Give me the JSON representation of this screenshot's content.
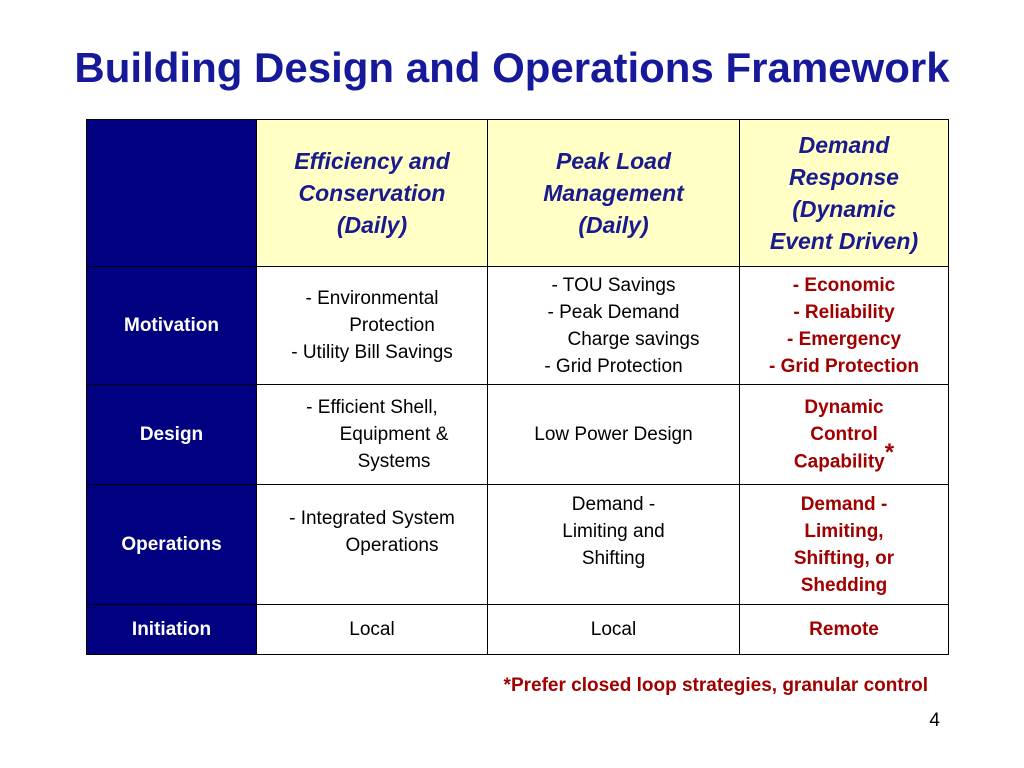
{
  "slide": {
    "title": "Building Design and Operations Framework",
    "footnote": "*Prefer closed loop strategies, granular control",
    "page_number": "4"
  },
  "table": {
    "columns": [
      {
        "lines": [
          "Efficiency and",
          "Conservation",
          "(Daily)"
        ]
      },
      {
        "lines": [
          "Peak Load",
          "Management",
          "(Daily)"
        ]
      },
      {
        "lines": [
          "Demand",
          "Response",
          "(Dynamic",
          "Event Driven)"
        ]
      }
    ],
    "rows": [
      {
        "label": "Motivation",
        "efficiency": [
          "- Environmental",
          "Protection",
          "- Utility Bill Savings"
        ],
        "peak": [
          "- TOU Savings",
          "- Peak Demand",
          "Charge savings",
          "- Grid Protection"
        ],
        "demand_response": [
          "- Economic",
          "- Reliability",
          "- Emergency",
          "- Grid Protection"
        ]
      },
      {
        "label": "Design",
        "efficiency": [
          "- Efficient Shell,",
          "Equipment &",
          "Systems"
        ],
        "peak": [
          "Low Power Design"
        ],
        "demand_response": [
          "Dynamic",
          "Control",
          "Capability"
        ],
        "demand_response_mark": "*"
      },
      {
        "label": "Operations",
        "efficiency": [
          "- Integrated System",
          "Operations"
        ],
        "peak": [
          "Demand -",
          "Limiting and",
          "Shifting"
        ],
        "demand_response": [
          "Demand -",
          "Limiting,",
          "Shifting, or",
          "Shedding"
        ]
      },
      {
        "label": "Initiation",
        "efficiency": [
          "Local"
        ],
        "peak": [
          "Local"
        ],
        "demand_response": [
          "Remote"
        ]
      }
    ]
  },
  "colors": {
    "title": "#16199a",
    "row_header_bg": "#000080",
    "column_header_bg": "#ffffc6",
    "demand_response_text": "#a00000"
  }
}
